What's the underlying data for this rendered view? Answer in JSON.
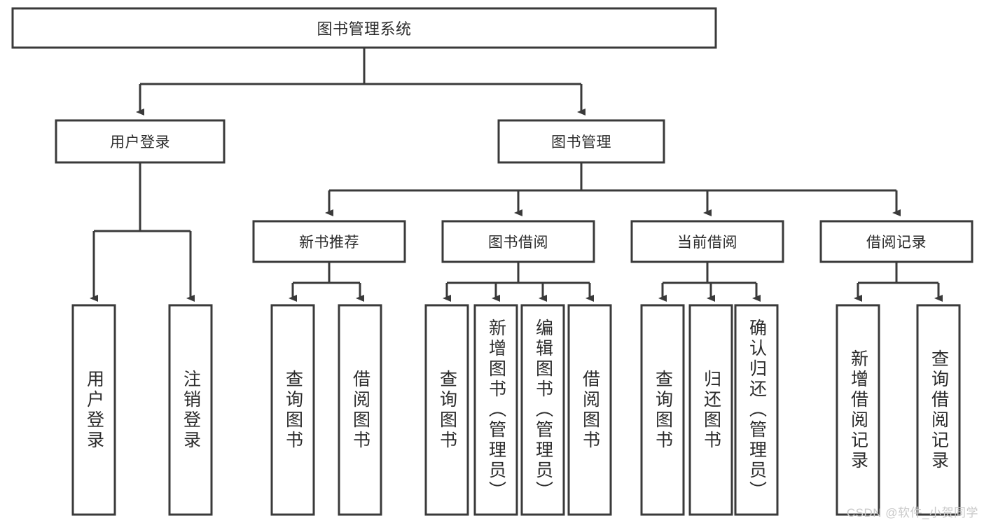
{
  "diagram": {
    "title": "图书管理系统",
    "type": "tree-hierarchy-chart",
    "watermark": "CSDN @软件_小贺同学",
    "colors": {
      "stroke": "#3a3a3a",
      "fill": "#ffffff",
      "text": "#2b2b2b",
      "watermark": "#c9c9c9"
    },
    "root": {
      "label": "图书管理系统"
    },
    "level1": [
      {
        "label": "用户登录"
      },
      {
        "label": "图书管理"
      }
    ],
    "level2": [
      {
        "label": "新书推荐"
      },
      {
        "label": "图书借阅"
      },
      {
        "label": "当前借阅"
      },
      {
        "label": "借阅记录"
      }
    ],
    "leaves": {
      "user_login": [
        {
          "label": "用户登录"
        },
        {
          "label": "注销登录"
        }
      ],
      "new_book_recommend": [
        {
          "label": "查询图书"
        },
        {
          "label": "借阅图书"
        }
      ],
      "book_borrow": [
        {
          "label": "查询图书"
        },
        {
          "label": "新增图书（管理员）"
        },
        {
          "label": "编辑图书（管理员）"
        },
        {
          "label": "借阅图书"
        }
      ],
      "current_borrow": [
        {
          "label": "查询图书"
        },
        {
          "label": "归还图书"
        },
        {
          "label": "确认归还（管理员）"
        }
      ],
      "borrow_record": [
        {
          "label": "新增借阅记录"
        },
        {
          "label": "查询借阅记录"
        }
      ]
    }
  }
}
